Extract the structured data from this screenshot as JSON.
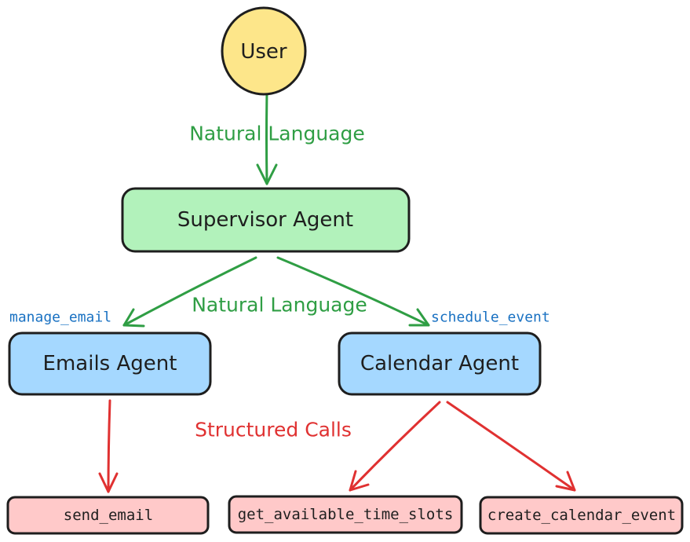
{
  "nodes": {
    "user": {
      "label": "User",
      "color": "#fde68a"
    },
    "supervisor": {
      "label": "Supervisor Agent",
      "color": "#b2f2bb"
    },
    "emails": {
      "label": "Emails Agent",
      "color": "#a5d8ff"
    },
    "calendar": {
      "label": "Calendar Agent",
      "color": "#a5d8ff"
    }
  },
  "tools": {
    "send_email": {
      "label": "send_email",
      "color": "#ffc9c9"
    },
    "get_slots": {
      "label": "get_available_time_slots",
      "color": "#ffc9c9"
    },
    "create_event": {
      "label": "create_calendar_event",
      "color": "#ffc9c9"
    }
  },
  "labels": {
    "user_to_supervisor": "Natural Language",
    "supervisor_to_agents": "Natural Language",
    "agents_to_tools": "Structured Calls",
    "manage_email": "manage_email",
    "schedule_event": "schedule_event"
  },
  "colors": {
    "natural_language": "#2f9e44",
    "structured_calls": "#e03131",
    "handoff_text": "#1971c2",
    "stroke": "#1e1e1e"
  },
  "edges": [
    {
      "from": "User",
      "to": "Supervisor Agent",
      "kind": "natural_language"
    },
    {
      "from": "Supervisor Agent",
      "to": "Emails Agent",
      "kind": "natural_language",
      "label": "manage_email"
    },
    {
      "from": "Supervisor Agent",
      "to": "Calendar Agent",
      "kind": "natural_language",
      "label": "schedule_event"
    },
    {
      "from": "Emails Agent",
      "to": "send_email",
      "kind": "structured_calls"
    },
    {
      "from": "Calendar Agent",
      "to": "get_available_time_slots",
      "kind": "structured_calls"
    },
    {
      "from": "Calendar Agent",
      "to": "create_calendar_event",
      "kind": "structured_calls"
    }
  ]
}
